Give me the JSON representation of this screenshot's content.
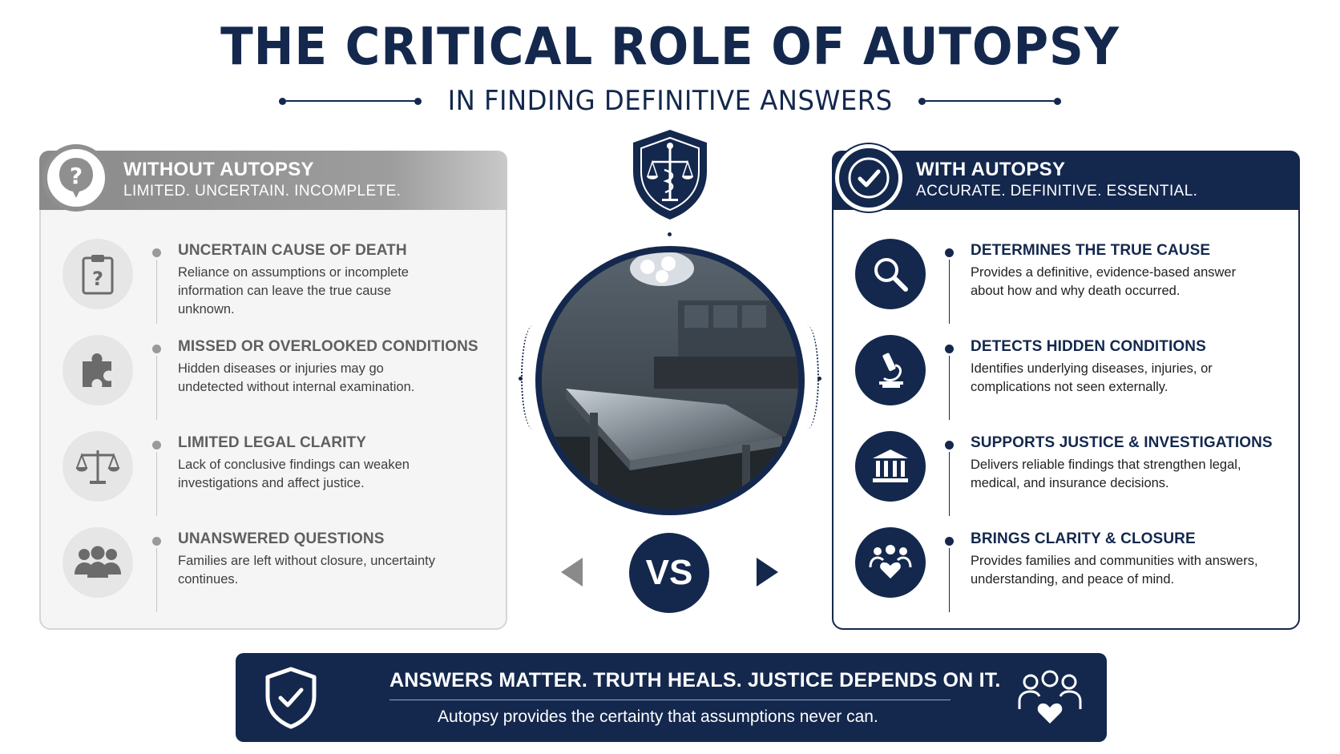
{
  "header": {
    "title": "THE CRITICAL ROLE OF AUTOPSY",
    "subtitle": "IN FINDING DEFINITIVE ANSWERS"
  },
  "without": {
    "title": "WITHOUT AUTOPSY",
    "tagline": "LIMITED. UNCERTAIN. INCOMPLETE.",
    "icon": "question-mark-icon",
    "items": [
      {
        "icon": "clipboard-question-icon",
        "title": "UNCERTAIN CAUSE OF DEATH",
        "desc": "Reliance on assumptions or incomplete information can leave the true cause unknown."
      },
      {
        "icon": "puzzle-piece-icon",
        "title": "MISSED OR OVERLOOKED CONDITIONS",
        "desc": "Hidden diseases or injuries may go undetected without internal examination."
      },
      {
        "icon": "scales-icon",
        "title": "LIMITED LEGAL CLARITY",
        "desc": "Lack of conclusive findings can weaken investigations and affect justice."
      },
      {
        "icon": "people-group-icon",
        "title": "UNANSWERED QUESTIONS",
        "desc": "Families are left without closure, uncertainty continues."
      }
    ]
  },
  "with": {
    "title": "WITH AUTOPSY",
    "tagline": "ACCURATE. DEFINITIVE. ESSENTIAL.",
    "icon": "checkmark-icon",
    "items": [
      {
        "icon": "magnifier-icon",
        "title": "DETERMINES THE TRUE CAUSE",
        "desc": "Provides a definitive, evidence-based answer about how and why death occurred."
      },
      {
        "icon": "microscope-icon",
        "title": "DETECTS HIDDEN CONDITIONS",
        "desc": "Identifies underlying diseases, injuries, or complications not seen externally."
      },
      {
        "icon": "courthouse-icon",
        "title": "SUPPORTS JUSTICE & INVESTIGATIONS",
        "desc": "Delivers reliable findings that strengthen legal, medical, and insurance decisions."
      },
      {
        "icon": "family-heart-icon",
        "title": "BRINGS CLARITY & CLOSURE",
        "desc": "Provides families and communities with answers, understanding, and peace of mind."
      }
    ]
  },
  "center": {
    "vs_label": "VS",
    "emblem_icon": "medical-justice-shield-icon"
  },
  "footer": {
    "headline": "ANSWERS MATTER. TRUTH HEALS. JUSTICE DEPENDS ON IT.",
    "subline": "Autopsy provides the certainty that assumptions never can.",
    "left_icon": "shield-check-icon",
    "right_icon": "family-heart-icon"
  },
  "colors": {
    "navy": "#14284e",
    "gray": "#8f8f8f",
    "light_gray": "#e6e6e6"
  }
}
